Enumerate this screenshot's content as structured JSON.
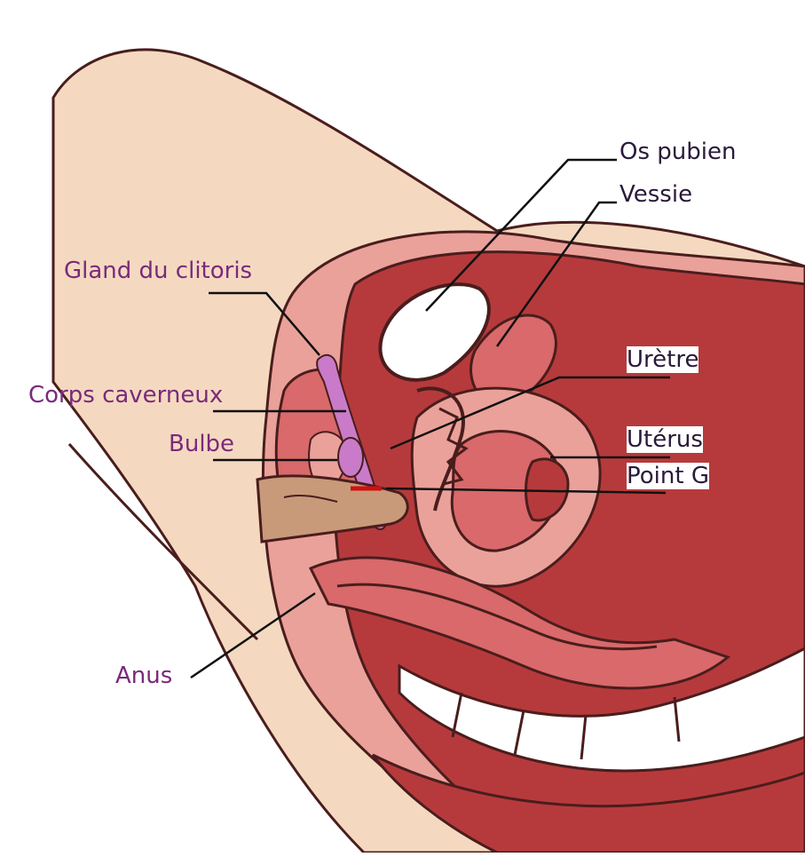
{
  "colors": {
    "skin": "#f4d9c0",
    "tissue_dark": "#b63a3c",
    "tissue_mid": "#d9696a",
    "tissue_light": "#eaa19a",
    "bone": "#ffffff",
    "outline": "#4a1d1d",
    "clitoris": "#c97bc9",
    "finger": "#c89a7a",
    "g_spot_line": "#d01010",
    "label_left": "#7a2a7a",
    "label_right": "#2a1a3a"
  },
  "labels": {
    "os_pubien": "Os pubien",
    "vessie": "Vessie",
    "gland_du_clitoris": "Gland du clitoris",
    "uretre": "Urètre",
    "corps_caverneux": "Corps caverneux",
    "uterus": "Utérus",
    "bulbe": "Bulbe",
    "point_g": "Point G",
    "anus": "Anus"
  }
}
